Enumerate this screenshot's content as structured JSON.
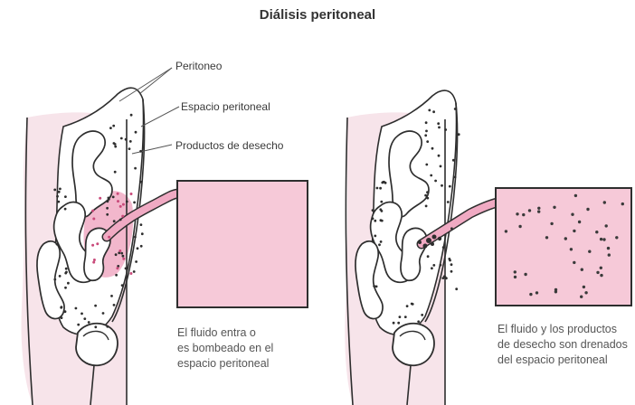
{
  "title": "Diálisis peritoneal",
  "labels": {
    "peritoneo": "Peritoneo",
    "espacio": "Espacio peritoneal",
    "productos": "Productos de desecho"
  },
  "captions": {
    "left": "El fluido entra o\nes bombeado en el\nespacio peritoneal",
    "right": "El fluido y los productos\nde desecho son drenados\ndel espacio peritoneal"
  },
  "colors": {
    "skin": "#f7e4ea",
    "fluid": "#f0aac3",
    "fluid_light": "#f6c9d8",
    "outline": "#2e2e2e"
  }
}
